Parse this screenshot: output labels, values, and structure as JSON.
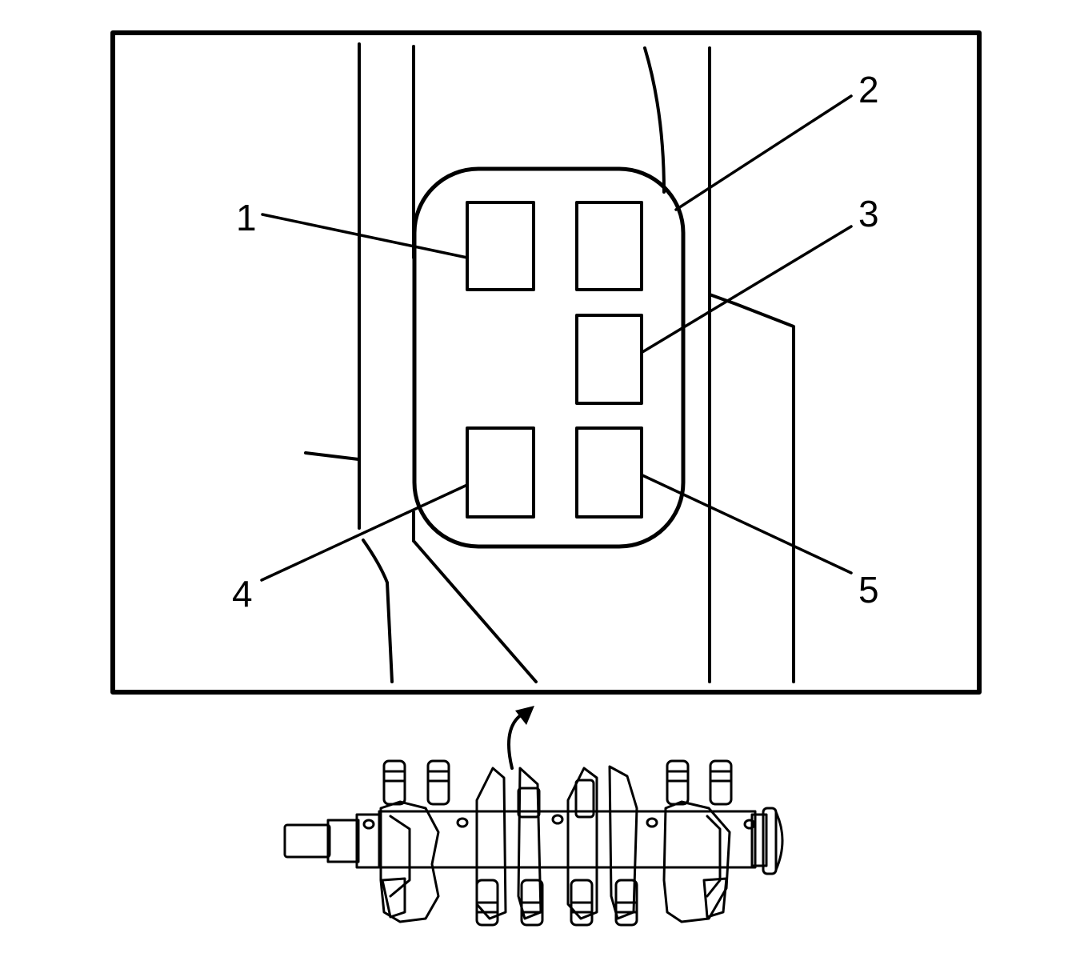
{
  "callouts": [
    {
      "id": "1",
      "label": "1"
    },
    {
      "id": "2",
      "label": "2"
    },
    {
      "id": "3",
      "label": "3"
    },
    {
      "id": "4",
      "label": "4"
    },
    {
      "id": "5",
      "label": "5"
    }
  ],
  "colors": {
    "line": "#000000",
    "background": "#ffffff"
  },
  "icons": {
    "arrow": "curved-arrow-icon",
    "part": "crankshaft-icon"
  }
}
